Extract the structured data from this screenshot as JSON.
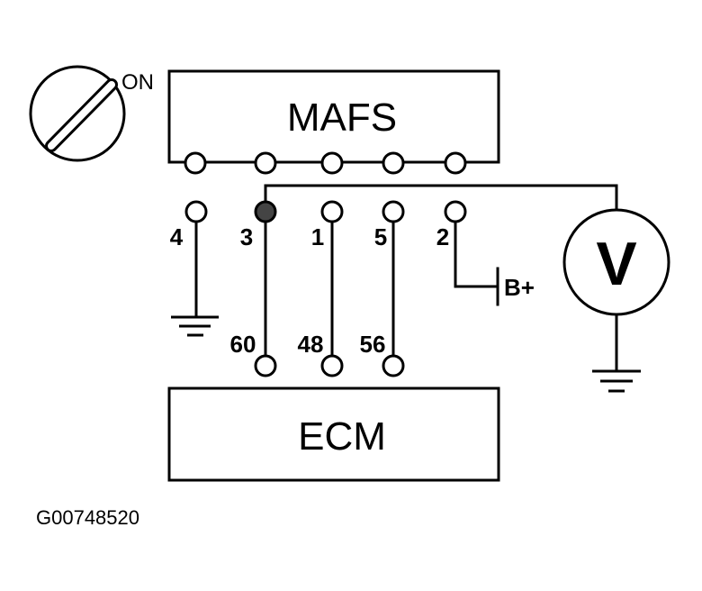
{
  "switch": {
    "state_label": "ON"
  },
  "mafs": {
    "label": "MAFS"
  },
  "ecm": {
    "label": "ECM"
  },
  "connector_pins": [
    {
      "number": "4"
    },
    {
      "number": "3"
    },
    {
      "number": "1"
    },
    {
      "number": "5"
    },
    {
      "number": "2"
    }
  ],
  "ecm_pins": [
    {
      "number": "60"
    },
    {
      "number": "48"
    },
    {
      "number": "56"
    }
  ],
  "battery": {
    "label": "B+"
  },
  "meter": {
    "label": "V"
  },
  "figure_id": "G00748520"
}
